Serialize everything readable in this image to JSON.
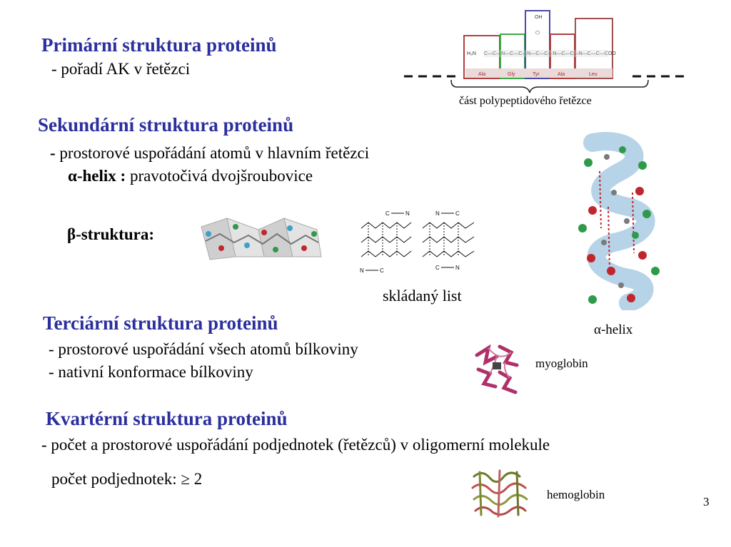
{
  "slide": {
    "page_number": "3",
    "primary": {
      "heading": "Primární struktura proteinů",
      "line1": "- pořadí AK v řetězci",
      "chain_caption": "část polypeptidového řetězce",
      "residues": [
        "Ala",
        "Gly",
        "Tyr",
        "Ala",
        "Leu"
      ],
      "side_label_oh": "OH",
      "start_group": "H₃N",
      "end_group": "COO"
    },
    "secondary": {
      "heading": "Sekundární struktura proteinů",
      "line1_dash": "- ",
      "line1": "prostorové uspořádání atomů v hlavním řetězci",
      "alpha_label": "α-helix :",
      "alpha_desc": " pravotočivá  dvojšroubovice",
      "beta_label": "β-struktura:",
      "sheet_caption": "skládaný list",
      "helix_caption": "α-helix",
      "sheet_labels": [
        "C",
        "N",
        "C",
        "N",
        "N",
        "C",
        "C",
        "N"
      ]
    },
    "tertiary": {
      "heading": "Terciární struktura proteinů",
      "line1": "- prostorové uspořádání všech atomů bílkoviny",
      "line2": "- nativní konformace bílkoviny",
      "image_caption": "myoglobin"
    },
    "quaternary": {
      "heading": "Kvartérní struktura proteinů",
      "line1": "- počet a prostorové uspořádání podjednotek (řetězců) v oligomerní  molekule",
      "line2": "počet podjednotek: ≥ 2",
      "image_caption": "hemoglobin"
    }
  },
  "colors": {
    "heading": "#2b2f9e",
    "residue_boxes": [
      "#b04040",
      "#3fa84a",
      "#4a4aa8",
      "#b04040",
      "#a05050"
    ],
    "helix_ribbon": "#a9cbe3",
    "oxygen": "#c0262d",
    "nitrogen": "#2f9a4a",
    "myoglobin": "#b0306a",
    "hemoglobin": "#6b7a2a"
  }
}
